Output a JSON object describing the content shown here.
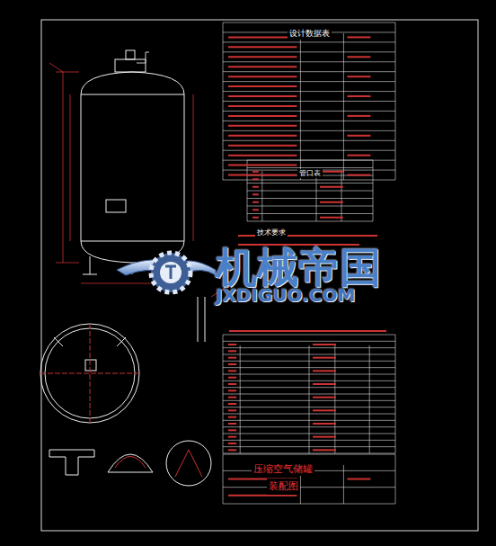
{
  "diagram": {
    "nodes": [
      {
        "text": [
          "设计数据表"
        ]
      },
      {
        "text": [
          "管口表"
        ]
      },
      {
        "text": [
          "技术要求"
        ]
      },
      {
        "text": [
          "压缩空气储罐",
          "装配图"
        ]
      }
    ],
    "labels": [
      "机械帝国",
      "JXDIGUO.COM"
    ]
  }
}
